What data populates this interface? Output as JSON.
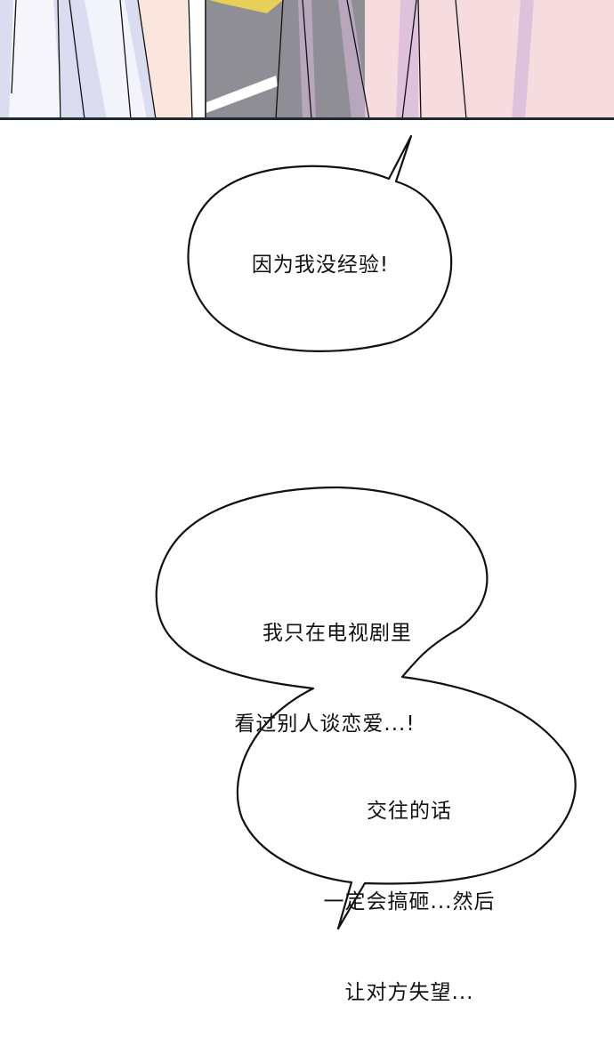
{
  "panel_top": {
    "colors": {
      "left_cloth": "#dcdcf0",
      "left_highlight": "#f6f6fc",
      "skin": "#fbe6de",
      "road": "#8e8e94",
      "road_line": "#ffffff",
      "yellow_line": "#e8cf57",
      "right_cloth": "#f6dcdf",
      "right_shadow": "#d4b6d8",
      "panel_border": "#1e2a30"
    }
  },
  "bubbles": [
    {
      "id": "bubble-1",
      "text": "因为我没经验!"
    },
    {
      "id": "bubble-2",
      "lines": [
        "我只在电视剧里",
        "看过别人谈恋爱...!"
      ]
    },
    {
      "id": "bubble-3",
      "lines": [
        "交往的话",
        "一定会搞砸...然后",
        "让对方失望..."
      ]
    }
  ]
}
